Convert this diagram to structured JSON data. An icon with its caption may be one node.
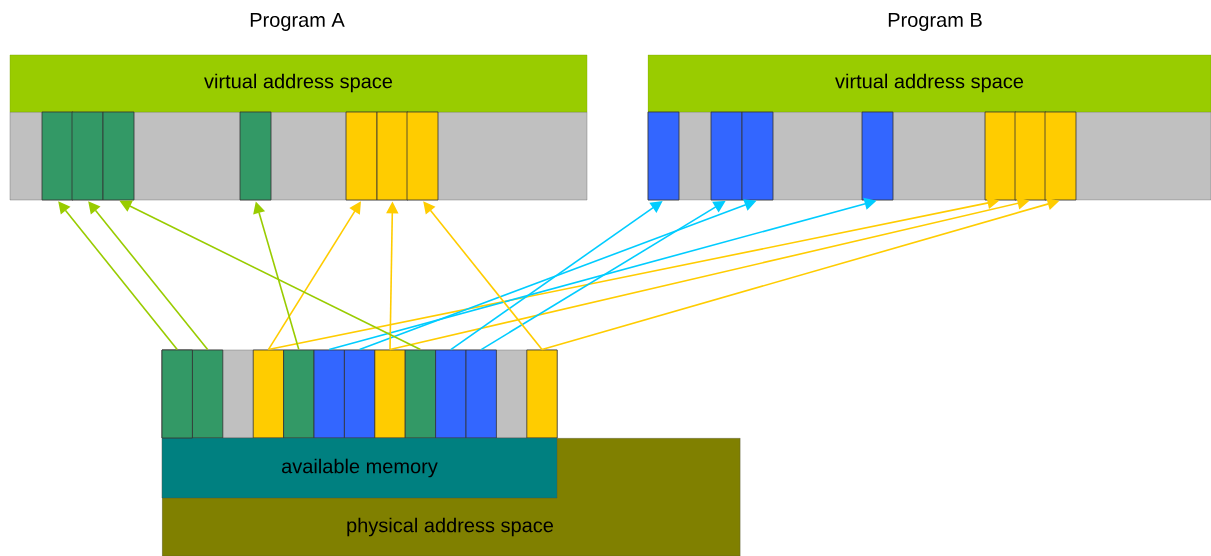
{
  "diagram": {
    "nodes": [
      {
        "text": [
          "Program A",
          "virtual address space"
        ]
      },
      {
        "text": [],
        "shape": "bar",
        "in": 0
      },
      {
        "text": [],
        "shape": "bar",
        "in": 0
      },
      {
        "text": [],
        "shape": "bar",
        "in": 0
      },
      {
        "text": [],
        "shape": "bar",
        "in": 0
      },
      {
        "text": [],
        "shape": "bar",
        "in": 0
      },
      {
        "text": [],
        "shape": "bar",
        "in": 0
      },
      {
        "text": [],
        "shape": "bar",
        "in": 0
      },
      {
        "text": [
          "Program B",
          "virtual address space"
        ]
      },
      {
        "text": [],
        "shape": "bar",
        "in": 8
      },
      {
        "text": [],
        "shape": "bar",
        "in": 8
      },
      {
        "text": [],
        "shape": "bar",
        "in": 8
      },
      {
        "text": [],
        "shape": "bar",
        "in": 8
      },
      {
        "text": [],
        "shape": "bar",
        "in": 8
      },
      {
        "text": [],
        "shape": "bar",
        "in": 8
      },
      {
        "text": [],
        "shape": "bar",
        "in": 8
      },
      {
        "text": [],
        "shape": "bar"
      },
      {
        "text": [],
        "shape": "bar"
      },
      {
        "text": [],
        "shape": "bar"
      },
      {
        "text": [],
        "shape": "bar"
      },
      {
        "text": [],
        "shape": "bar"
      },
      {
        "text": [],
        "shape": "bar"
      },
      {
        "text": [],
        "shape": "bar"
      },
      {
        "text": [],
        "shape": "bar"
      },
      {
        "text": [],
        "shape": "bar"
      },
      {
        "text": [],
        "shape": "bar"
      },
      {
        "text": [],
        "shape": "bar"
      },
      {
        "text": [
          "physical address space"
        ]
      },
      {
        "text": [
          "available memory"
        ],
        "in": 27
      }
    ],
    "edges": [
      {
        "from": 16,
        "to": 1,
        "arrow": "to",
        "color": "#99cc00"
      },
      {
        "from": 17,
        "to": 2,
        "arrow": "to",
        "color": "#99cc00"
      },
      {
        "from": 23,
        "to": 3,
        "arrow": "to",
        "color": "#99cc00"
      },
      {
        "from": 19,
        "to": 4,
        "arrow": "to",
        "color": "#99cc00"
      },
      {
        "from": 18,
        "to": 5,
        "arrow": "to"
      },
      {
        "from": 22,
        "to": 6,
        "arrow": "to"
      },
      {
        "from": 26,
        "to": 7,
        "arrow": "to"
      },
      {
        "from": 24,
        "to": 9,
        "arrow": "to",
        "color": "#00ccff"
      },
      {
        "from": 25,
        "to": 10,
        "arrow": "to",
        "color": "#00ccff"
      },
      {
        "from": 21,
        "to": 11,
        "arrow": "to",
        "color": "#00ccff"
      },
      {
        "from": 20,
        "to": 12,
        "arrow": "to",
        "color": "#00ccff"
      },
      {
        "from": 18,
        "to": 13,
        "arrow": "to"
      },
      {
        "from": 22,
        "to": 14,
        "arrow": "to"
      },
      {
        "from": 26,
        "to": 15,
        "arrow": "to"
      }
    ]
  }
}
